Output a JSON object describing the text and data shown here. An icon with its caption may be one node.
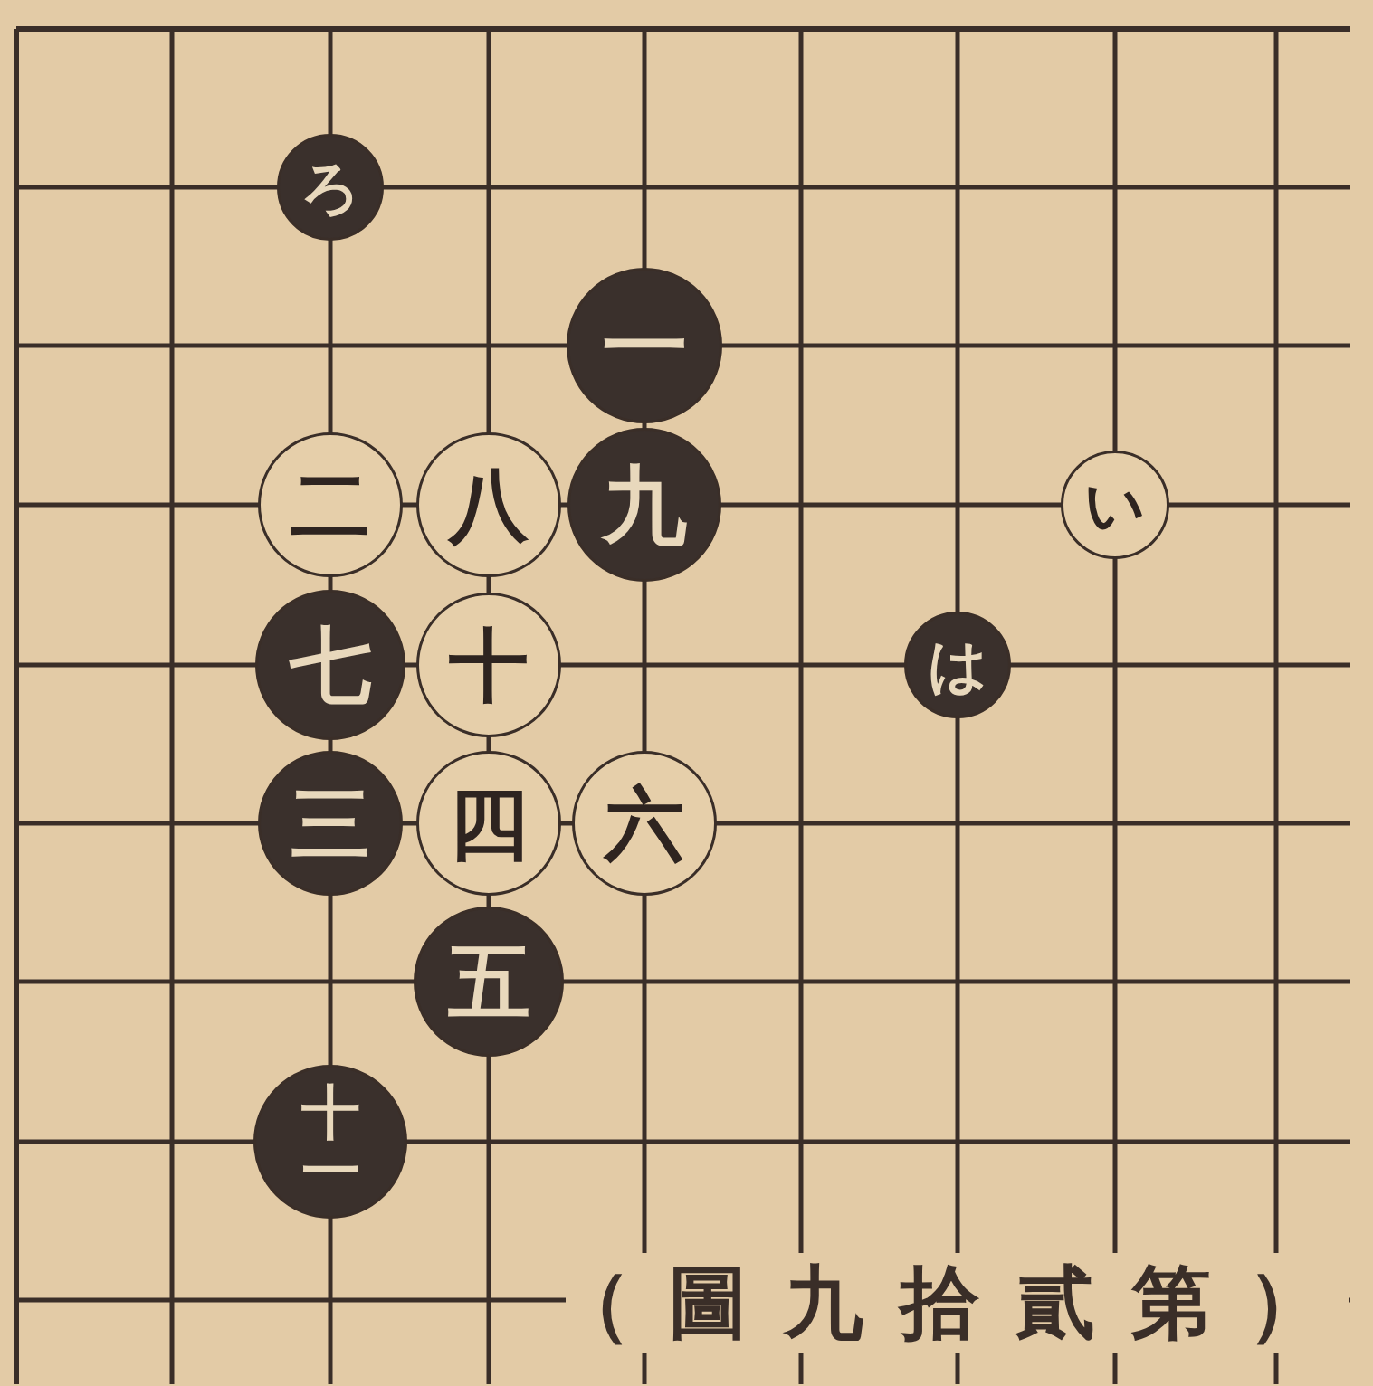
{
  "diagram": {
    "caption": "（圖九拾貳第）",
    "nodes": [
      {
        "text": [
          "ろ"
        ]
      },
      {
        "text": [
          "一"
        ]
      },
      {
        "text": [
          "二"
        ]
      },
      {
        "text": [
          "八"
        ]
      },
      {
        "text": [
          "九"
        ]
      },
      {
        "text": [
          "い"
        ]
      },
      {
        "text": [
          "七"
        ]
      },
      {
        "text": [
          "十"
        ]
      },
      {
        "text": [
          "は"
        ]
      },
      {
        "text": [
          "三"
        ]
      },
      {
        "text": [
          "四"
        ]
      },
      {
        "text": [
          "六"
        ]
      },
      {
        "text": [
          "五"
        ]
      },
      {
        "text": [
          "十一"
        ]
      }
    ]
  }
}
